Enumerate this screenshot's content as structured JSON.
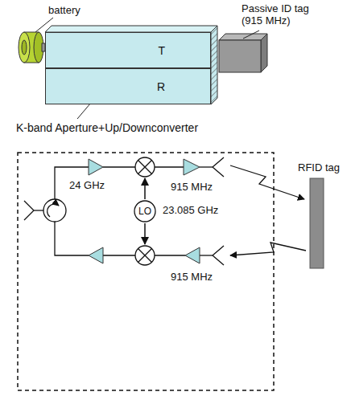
{
  "diagram": {
    "nodes": [
      {
        "text": [
          "T"
        ]
      },
      {
        "text": [
          "R"
        ]
      },
      {
        "text": [
          "LO"
        ]
      }
    ],
    "labels": [
      "battery",
      "Passive ID tag (915 MHz)",
      "K-band Aperture+Up/Downconverter",
      "24 GHz",
      "915 MHz",
      "23.085 GHz",
      "915 MHz",
      "RFID tag"
    ]
  }
}
